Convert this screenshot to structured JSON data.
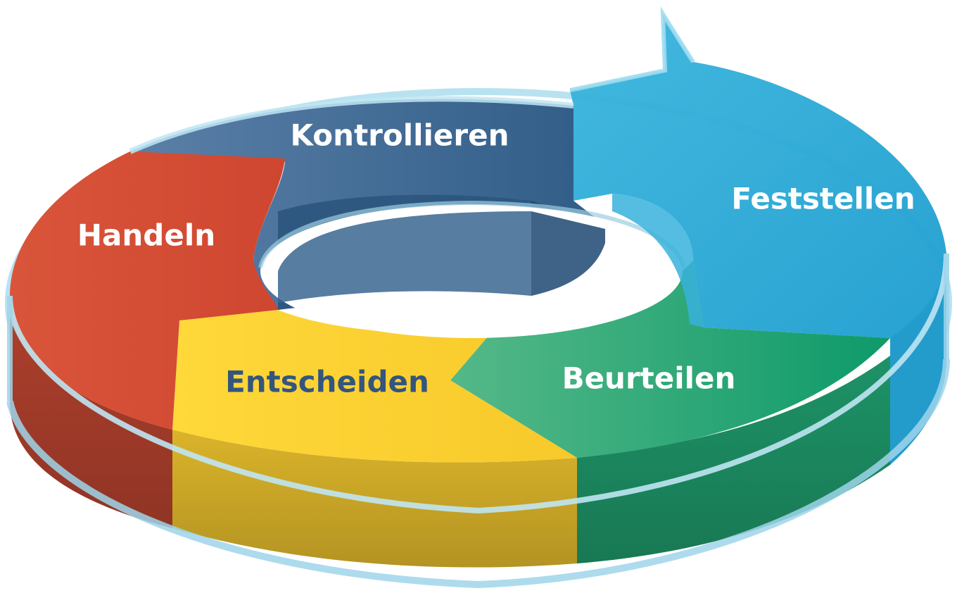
{
  "cycle": {
    "steps": [
      {
        "key": "kontrollieren",
        "label": "Kontrollieren",
        "color": "#3f6a96",
        "text_color": "#ffffff"
      },
      {
        "key": "feststellen",
        "label": "Feststellen",
        "color": "#2eaed8",
        "text_color": "#ffffff"
      },
      {
        "key": "beurteilen",
        "label": "Beurteilen",
        "color": "#2fa878",
        "text_color": "#ffffff"
      },
      {
        "key": "entscheiden",
        "label": "Entscheiden",
        "color": "#fccf2e",
        "text_color": "#34557c"
      },
      {
        "key": "handeln",
        "label": "Handeln",
        "color": "#d64a34",
        "text_color": "#ffffff"
      }
    ]
  }
}
